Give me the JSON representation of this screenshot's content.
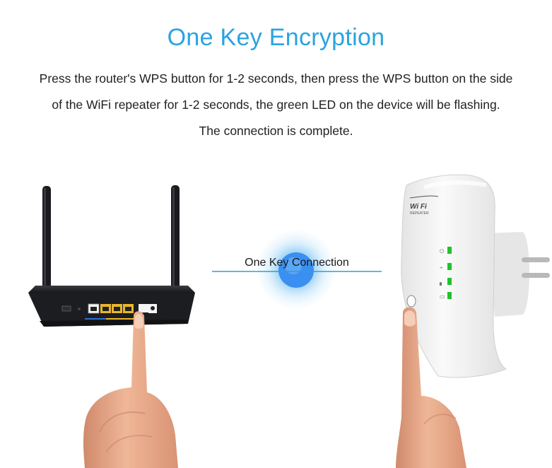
{
  "title": "One Key Encryption",
  "description": {
    "line1": "Press the router's WPS button for 1-2 seconds, then press the WPS button on the side",
    "line2": "of the WiFi repeater for 1-2 seconds, the green LED on the device will be flashing.",
    "line3": "The connection is complete."
  },
  "connection_label": "One Key Connection",
  "repeater_logo": {
    "brand": "Wi Fi",
    "sub": "REPEATER"
  },
  "colors": {
    "title": "#2aa3e0",
    "connection_line": "#2d9fd8",
    "led_green": "#22c22a",
    "router_body": "#1c1d20",
    "router_port_yellow": "#e8b72c",
    "repeater_body": "#f2f2f2",
    "skin": "#e7a787"
  },
  "icons": [
    "wifi-icon",
    "power-icon",
    "wps-icon",
    "lan-icon",
    "signal-icon"
  ]
}
